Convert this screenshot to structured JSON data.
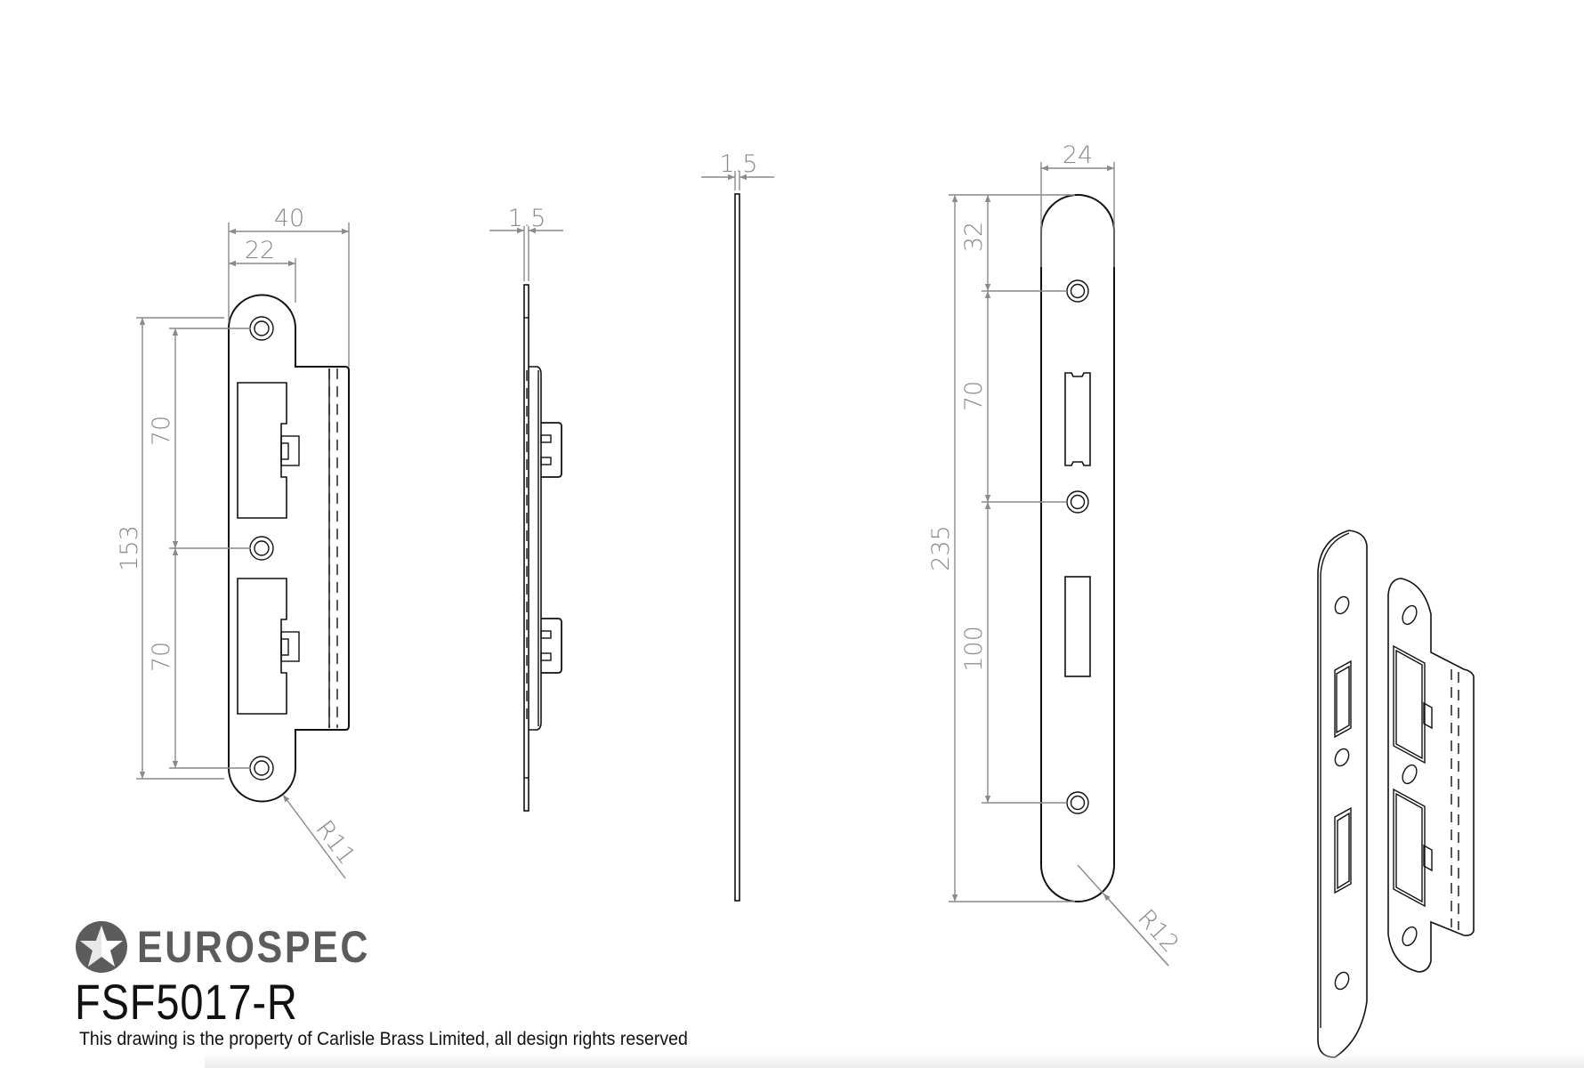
{
  "brand": {
    "name": "EUROSPEC",
    "logo_icon": "star-in-circle-icon",
    "color": "#5c5c5c"
  },
  "product": {
    "code": "FSF5017-R"
  },
  "caption": "This drawing is the property of Carlisle Brass Limited, all design rights reserved",
  "colors": {
    "outline": "#111111",
    "dimension": "#8a8a8a",
    "background": "#ffffff"
  },
  "views": {
    "front_strike": {
      "dims": {
        "overall_width": "40",
        "tab_width": "22",
        "overall_hole_span": "153",
        "upper_pitch": "70",
        "lower_pitch": "70",
        "corner_radius": "R11"
      }
    },
    "side_strike": {
      "dims": {
        "thickness": "1.5"
      }
    },
    "side_forend": {
      "dims": {
        "thickness": "1.5"
      }
    },
    "front_forend": {
      "dims": {
        "width": "24",
        "top_to_hole": "32",
        "upper_pitch": "70",
        "overall_length": "235",
        "lower_pitch": "100",
        "end_radius": "R12"
      }
    },
    "isometric": {
      "label": "isometric-view"
    }
  }
}
